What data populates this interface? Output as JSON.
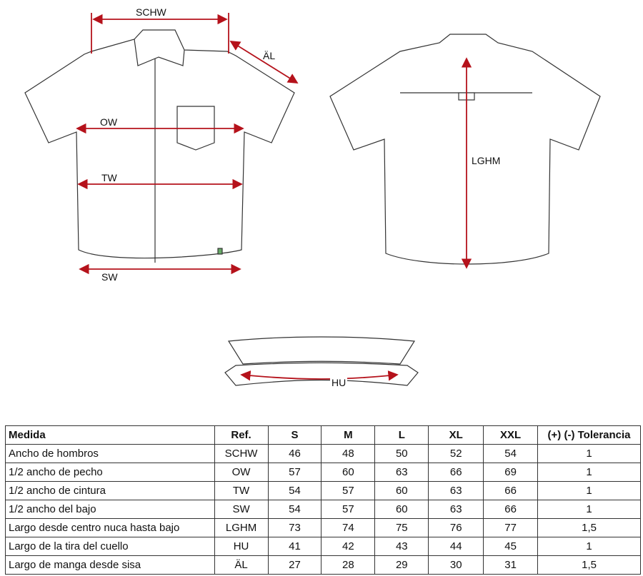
{
  "labels": {
    "schw": "SCHW",
    "al": "ÄL",
    "ow": "OW",
    "tw": "TW",
    "sw": "SW",
    "lghm": "LGHM",
    "hu": "HU"
  },
  "colors": {
    "measure": "#b5121b",
    "outline": "#333333"
  },
  "table": {
    "headers": [
      "Medida",
      "Ref.",
      "S",
      "M",
      "L",
      "XL",
      "XXL",
      "(+) (-) Tolerancia"
    ],
    "rows": [
      [
        "Ancho de hombros",
        "SCHW",
        "46",
        "48",
        "50",
        "52",
        "54",
        "1"
      ],
      [
        "1/2 ancho de pecho",
        "OW",
        "57",
        "60",
        "63",
        "66",
        "69",
        "1"
      ],
      [
        "1/2 ancho de cintura",
        "TW",
        "54",
        "57",
        "60",
        "63",
        "66",
        "1"
      ],
      [
        "1/2 ancho del bajo",
        "SW",
        "54",
        "57",
        "60",
        "63",
        "66",
        "1"
      ],
      [
        "Largo desde centro nuca hasta bajo",
        "LGHM",
        "73",
        "74",
        "75",
        "76",
        "77",
        "1,5"
      ],
      [
        "Largo de la tira del cuello",
        "HU",
        "41",
        "42",
        "43",
        "44",
        "45",
        "1"
      ],
      [
        "Largo de manga desde sisa",
        "ÄL",
        "27",
        "28",
        "29",
        "30",
        "31",
        "1,5"
      ]
    ]
  }
}
